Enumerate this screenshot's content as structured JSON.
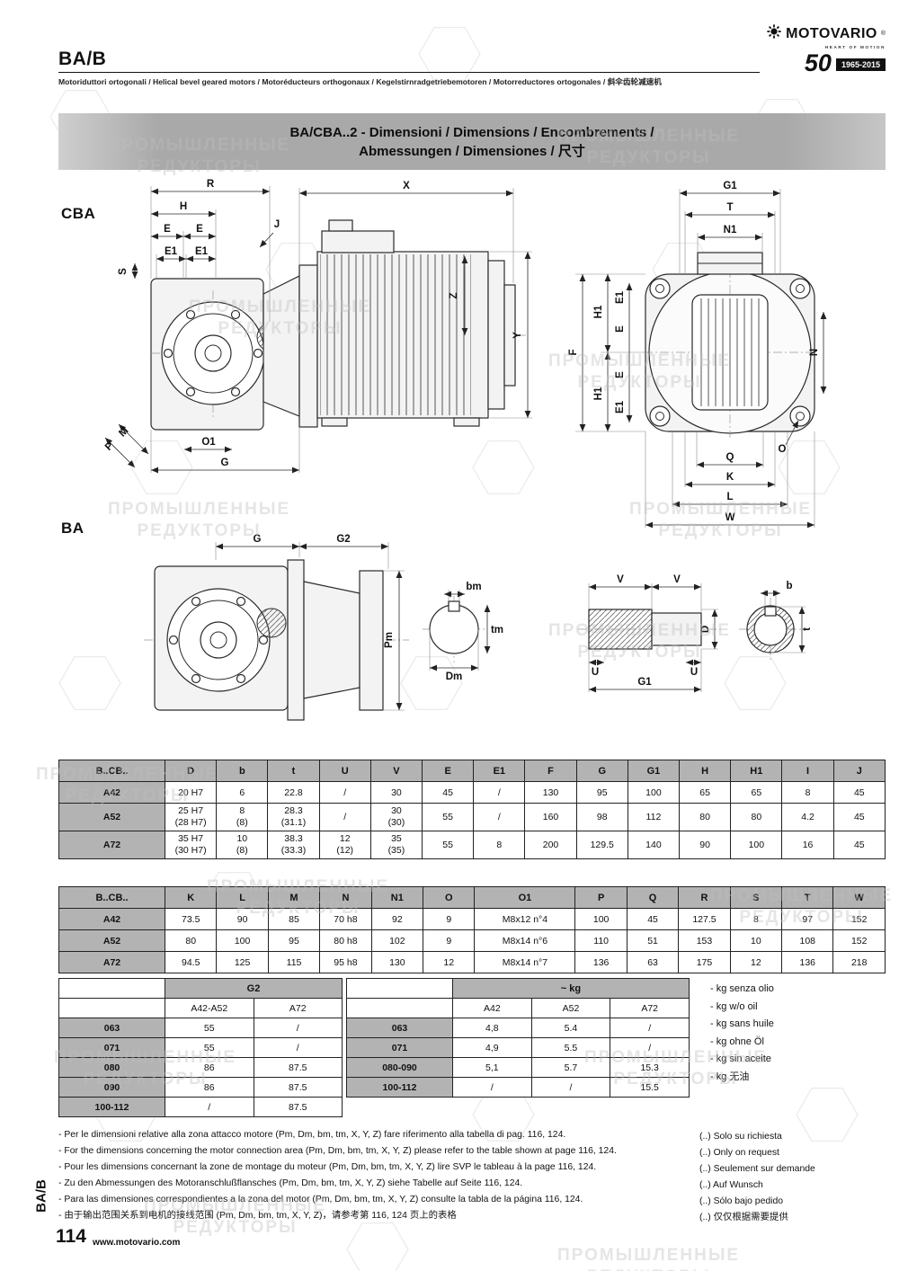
{
  "watermark": {
    "line1": "ПРОМЫШЛЕННЫЕ",
    "line2": "РЕДУКТОРЫ"
  },
  "header": {
    "title": "BA/B",
    "subtitle": "Motoriduttori ortogonali / Helical bevel geared motors / Motoréducteurs orthogonaux / Kegelstirnradgetriebemotoren / Motorreductores ortogonales / 斜伞齿轮减速机",
    "brand": "MOTOVARIO",
    "brand_reg": "®",
    "brand_tagline": "HEART OF MOTION",
    "anniversary_number": "50",
    "anniversary_years": "1965-2015"
  },
  "title_bar": {
    "line1": "BA/CBA..2 - Dimensioni / Dimensions / Encombrements /",
    "line2": "Abmessungen / Dimensiones / 尺寸"
  },
  "drawings": {
    "cba_heading": "CBA",
    "ba_heading": "BA"
  },
  "dims": {
    "R": "R",
    "H": "H",
    "E": "E",
    "E1": "E1",
    "J": "J",
    "S": "S",
    "X": "X",
    "Z": "Z",
    "Y": "Y",
    "M": "M",
    "P": "P",
    "O1": "O1",
    "G": "G",
    "G1": "G1",
    "T": "T",
    "N1": "N1",
    "F": "F",
    "H1": "H1",
    "N": "N",
    "O": "O",
    "Q": "Q",
    "K": "K",
    "L": "L",
    "W": "W",
    "G2": "G2",
    "Pm": "Pm",
    "Dm": "Dm",
    "bm": "bm",
    "tm": "tm",
    "V": "V",
    "D": "D",
    "U": "U",
    "b": "b",
    "t": "t"
  },
  "tables": {
    "table1": {
      "col_headers": [
        "B..CB..",
        "D",
        "b",
        "t",
        "U",
        "V",
        "E",
        "E1",
        "F",
        "G",
        "G1",
        "H",
        "H1",
        "I",
        "J"
      ],
      "rows": [
        {
          "name": "A42",
          "cells": [
            "20 H7",
            "6",
            "22.8",
            "/",
            "30",
            "45",
            "/",
            "130",
            "95",
            "100",
            "65",
            "65",
            "8",
            "45"
          ]
        },
        {
          "name": "A52",
          "cells": [
            "25 H7",
            "8",
            "28.3",
            "/",
            "30",
            "55",
            "/",
            "160",
            "98",
            "112",
            "80",
            "80",
            "4.2",
            "45"
          ],
          "cells2": [
            "(28 H7)",
            "(8)",
            "(31.1)",
            "",
            "(30)"
          ]
        },
        {
          "name": "A72",
          "cells": [
            "35 H7",
            "10",
            "38.3",
            "12",
            "35",
            "55",
            "8",
            "200",
            "129.5",
            "140",
            "90",
            "100",
            "16",
            "45"
          ],
          "cells2": [
            "(30 H7)",
            "(8)",
            "(33.3)",
            "(12)",
            "(35)"
          ]
        }
      ]
    },
    "table2": {
      "col_headers": [
        "B..CB..",
        "K",
        "L",
        "M",
        "N",
        "N1",
        "O",
        "O1",
        "P",
        "Q",
        "R",
        "S",
        "T",
        "W"
      ],
      "rows": [
        {
          "name": "A42",
          "cells": [
            "73.5",
            "90",
            "85",
            "70 h8",
            "92",
            "9",
            "M8x12 n°4",
            "100",
            "45",
            "127.5",
            "8",
            "97",
            "152"
          ]
        },
        {
          "name": "A52",
          "cells": [
            "80",
            "100",
            "95",
            "80 h8",
            "102",
            "9",
            "M8x14 n°6",
            "110",
            "51",
            "153",
            "10",
            "108",
            "152"
          ]
        },
        {
          "name": "A72",
          "cells": [
            "94.5",
            "125",
            "115",
            "95 h8",
            "130",
            "12",
            "M8x14 n°7",
            "136",
            "63",
            "175",
            "12",
            "136",
            "218"
          ]
        }
      ]
    },
    "g2": {
      "title": "G2",
      "col_headers": [
        "A42-A52",
        "A72"
      ],
      "rows": [
        {
          "name": "063",
          "cells": [
            "55",
            "/"
          ]
        },
        {
          "name": "071",
          "cells": [
            "55",
            "/"
          ]
        },
        {
          "name": "080",
          "cells": [
            "86",
            "87.5"
          ]
        },
        {
          "name": "090",
          "cells": [
            "86",
            "87.5"
          ]
        },
        {
          "name": "100-112",
          "cells": [
            "/",
            "87.5"
          ]
        }
      ]
    },
    "kg": {
      "title": "~ kg",
      "col_headers": [
        "A42",
        "A52",
        "A72"
      ],
      "rows": [
        {
          "name": "063",
          "cells": [
            "4,8",
            "5.4",
            "/"
          ]
        },
        {
          "name": "071",
          "cells": [
            "4,9",
            "5.5",
            "/"
          ]
        },
        {
          "name": "080-090",
          "cells": [
            "5,1",
            "5.7",
            "15.3"
          ]
        },
        {
          "name": "100-112",
          "cells": [
            "/",
            "/",
            "15.5"
          ]
        }
      ]
    }
  },
  "kg_notes": [
    "-   kg senza olio",
    "-   kg w/o oil",
    "-   kg sans huile",
    "-   kg ohne Öl",
    "-   kg sin aceite",
    "-   kg 无油"
  ],
  "footnotes": [
    "-   Per le dimensioni relative alla zona attacco motore (Pm, Dm, bm, tm, X, Y, Z) fare riferimento alla tabella di pag. 116, 124.",
    "-   For the dimensions concerning the motor connection area (Pm, Dm, bm, tm, X, Y, Z) please refer to the table shown at page 116, 124.",
    "-   Pour les dimensions concernant la zone de montage du  moteur (Pm, Dm, bm, tm, X, Y, Z) lire SVP le tableau à la page 116, 124.",
    "-   Zu den Abmessungen des Motoranschlußflansches  (Pm, Dm, bm, tm, X, Y, Z) siehe Tabelle auf Seite 116, 124.",
    "-   Para las dimensiones correspondientes a la zona del motor (Pm, Dm, bm, tm, X, Y, Z) consulte la tabla de la página 116, 124.",
    "-   由于输出范围关系到电机的接线范围 (Pm, Dm, bm, tm, X, Y, Z)，请参考第 116, 124 页上的表格"
  ],
  "request_notes": [
    "(..) Solo su richiesta",
    "(..) Only on request",
    "(..) Seulement sur demande",
    "(..) Auf Wunsch",
    "(..) Sólo bajo pedido",
    "(..) 仅仅根据需要提供"
  ],
  "footer": {
    "page_number": "114",
    "website": "www.motovario.com",
    "side_label": "BA/B"
  }
}
